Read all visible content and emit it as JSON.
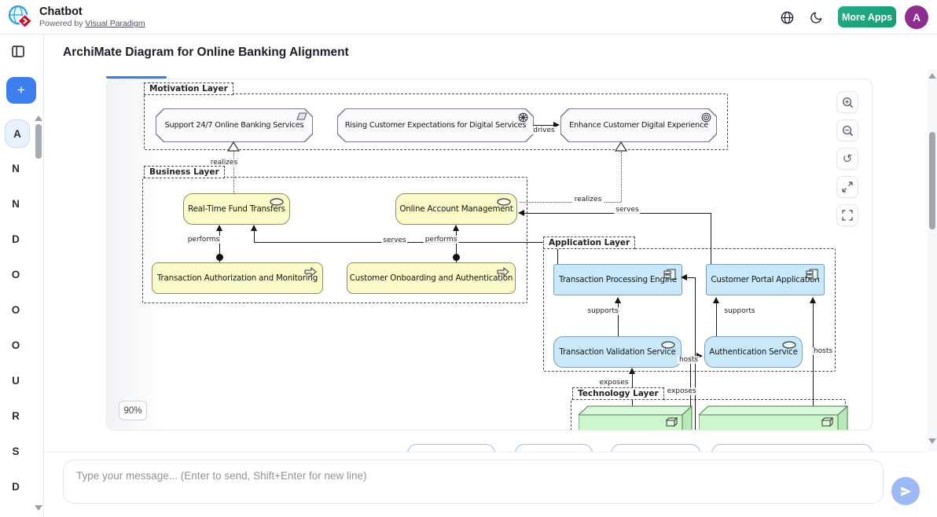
{
  "header": {
    "title": "Chatbot",
    "powered_by": "Powered by",
    "powered_link": "Visual Paradigm",
    "more_apps": "More Apps",
    "avatar": "A"
  },
  "page_title": "ArchiMate Diagram for Online Banking Alignment",
  "sidebar": {
    "add": "+",
    "items": [
      "A",
      "N",
      "N",
      "D",
      "O",
      "O",
      "O",
      "U",
      "R",
      "S",
      "D"
    ]
  },
  "viewer": {
    "zoom_badge": "90%",
    "toolbar_icons": [
      "zoom-in",
      "zoom-out",
      "reset-view",
      "fit-to-window",
      "fullscreen"
    ]
  },
  "diagram": {
    "motivation": {
      "label": "Motivation Layer",
      "support": "Support 24/7 Online Banking Services",
      "rising": "Rising Customer Expectations for Digital Services",
      "enhance": "Enhance Customer Digital Experience"
    },
    "business": {
      "label": "Business Layer",
      "rtft": "Real-Time Fund Transfers",
      "oam": "Online Account Management",
      "tam": "Transaction Authorization and Monitoring",
      "coa": "Customer Onboarding and Authentication"
    },
    "application": {
      "label": "Application Layer",
      "tpe": "Transaction Processing Engine",
      "cpa": "Customer Portal Application",
      "tvs": "Transaction Validation Service",
      "asv": "Authentication Service"
    },
    "technology": {
      "label": "Technology Layer"
    },
    "rel": {
      "drives": "drives",
      "realizes1": "realizes",
      "realizes2": "realizes",
      "performs1": "performs",
      "performs2": "performs",
      "serves1": "serves",
      "serves2": "serves",
      "supports1": "supports",
      "supports2": "supports",
      "hosts1": "hosts",
      "hosts2": "hosts",
      "exposes1": "exposes",
      "exposes2": "exposes"
    },
    "colors": {
      "business_fill": "#fbfbc9",
      "application_fill": "#c9e9fa",
      "technology_fill": "#ccf5cc",
      "motivation_fill": "#fbfbfe"
    }
  },
  "chat": {
    "placeholder": "Type your message... (Enter to send, Shift+Enter for new line)"
  },
  "colors": {
    "accent_teal": "#1aa37c",
    "accent_blue": "#3d7ff0",
    "avatar_purple": "#8e2c90",
    "send_blue": "#9db9f6"
  }
}
